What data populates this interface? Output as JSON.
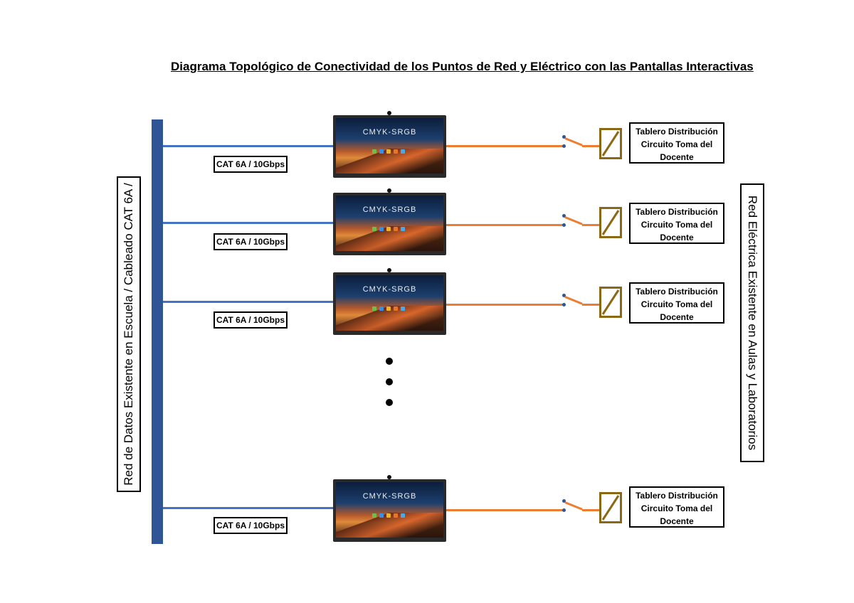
{
  "title": "Diagrama Topológico de Conectividad de los Puntos de Red y Eléctrico con las Pantallas Interactivas",
  "left_label": "Red de Datos Existente en Escuela / Cableado CAT 6A /",
  "right_label": "Red Eléctrica Existente en Aulas y Laboratorios",
  "screen_brand": "CMYK-SRGB",
  "colors": {
    "data_bus": "#2f5597",
    "data_line": "#4472c4",
    "power_line": "#ed7d31",
    "breaker": "#8b6914"
  },
  "rows": [
    {
      "cable_label": "CAT 6A / 10Gbps",
      "panel_lines": [
        "Tablero Distribución",
        "Circuito Toma del",
        "Docente"
      ]
    },
    {
      "cable_label": "CAT 6A / 10Gbps",
      "panel_lines": [
        "Tablero Distribución",
        "Circuito Toma del",
        "Docente"
      ]
    },
    {
      "cable_label": "CAT 6A / 10Gbps",
      "panel_lines": [
        "Tablero Distribución",
        "Circuito Toma del",
        "Docente"
      ]
    },
    {
      "cable_label": "CAT 6A / 10Gbps",
      "panel_lines": [
        "Tablero Distribución",
        "Circuito Toma del",
        "Docente"
      ]
    }
  ]
}
